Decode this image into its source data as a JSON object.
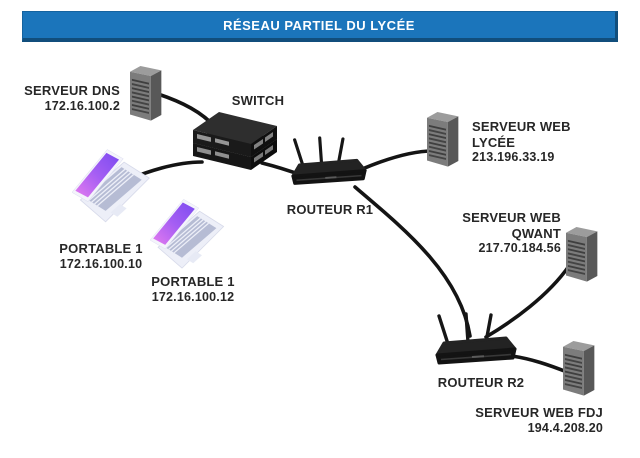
{
  "title": "RÉSEAU PARTIEL DU LYCÉE",
  "colors": {
    "title_bg": "#1B75BB",
    "title_border": "#114E7C",
    "label_text": "#272727",
    "link_line": "#141414",
    "laptop_screen_gradient_start": "#E47BEF",
    "laptop_screen_gradient_end": "#7C4BF0",
    "server_gray": "#7C7C7C",
    "device_black": "#1A1A1A"
  },
  "nodes": {
    "serveur_dns": {
      "name": "SERVEUR DNS",
      "ip": "172.16.100.2"
    },
    "switch": {
      "name": "SWITCH"
    },
    "routeur_r1": {
      "name": "ROUTEUR R1"
    },
    "serveur_web_lycee": {
      "line1": "SERVEUR WEB",
      "line2": "LYCÉE",
      "ip": "213.196.33.19"
    },
    "serveur_web_qwant": {
      "line1": "SERVEUR WEB",
      "line2": "QWANT",
      "ip": "217.70.184.56"
    },
    "routeur_r2": {
      "name": "ROUTEUR R2"
    },
    "serveur_web_fdj": {
      "name": "SERVEUR WEB FDJ",
      "ip": "194.4.208.20"
    },
    "portable_1a": {
      "name": "PORTABLE 1",
      "ip": "172.16.100.10"
    },
    "portable_1b": {
      "name": "PORTABLE 1",
      "ip": "172.16.100.12"
    }
  },
  "connections": [
    {
      "from": "SERVEUR DNS",
      "to": "SWITCH"
    },
    {
      "from": "PORTABLE 1 (172.16.100.10)",
      "to": "SWITCH"
    },
    {
      "from": "SWITCH",
      "to": "ROUTEUR R1"
    },
    {
      "from": "ROUTEUR R1",
      "to": "SERVEUR WEB LYCÉE"
    },
    {
      "from": "ROUTEUR R1",
      "to": "ROUTEUR R2"
    },
    {
      "from": "SERVEUR WEB QWANT",
      "to": "ROUTEUR R2"
    },
    {
      "from": "ROUTEUR R2",
      "to": "SERVEUR WEB FDJ"
    }
  ]
}
